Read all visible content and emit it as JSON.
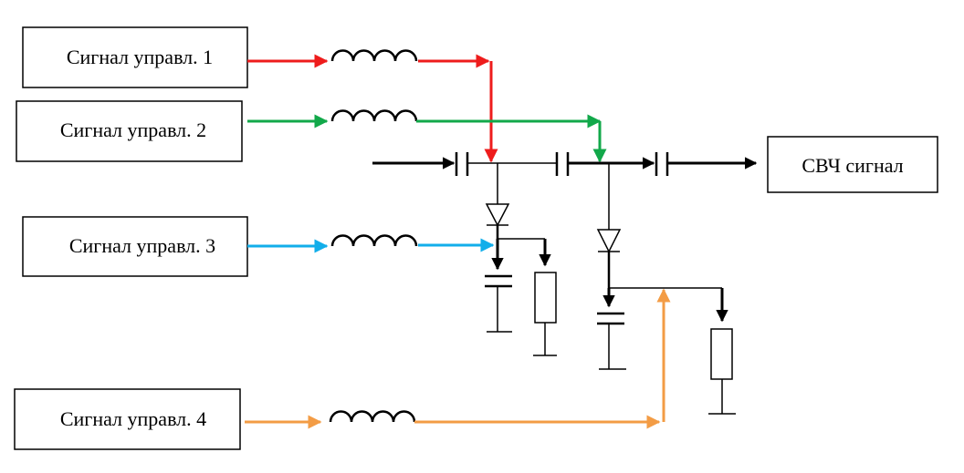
{
  "diagram": {
    "control_signals": [
      {
        "label": "Сигнал управл. 1",
        "color": "#ee1c1c"
      },
      {
        "label": "Сигнал управл. 2",
        "color": "#12a84a"
      },
      {
        "label": "Сигнал управл. 3",
        "color": "#12aeea"
      },
      {
        "label": "Сигнал управл. 4",
        "color": "#f39c45"
      }
    ],
    "output_label": "СВЧ сигнал",
    "line_color": "#000000"
  }
}
